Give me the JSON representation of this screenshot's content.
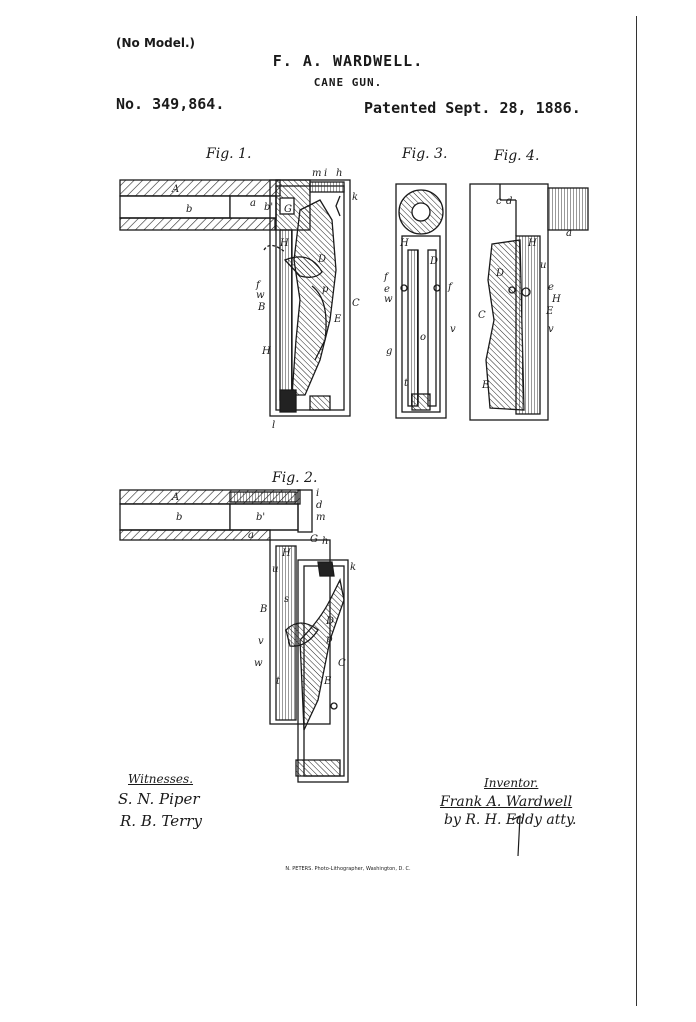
{
  "header": {
    "model_note": "(No Model.)",
    "inventor": "F. A. WARDWELL.",
    "invention": "CANE GUN.",
    "patent_number": "No. 349,864.",
    "patent_date": "Patented Sept. 28, 1886."
  },
  "figures": {
    "fig1": "Fig. 1.",
    "fig2": "Fig. 2.",
    "fig3": "Fig. 3.",
    "fig4": "Fig. 4."
  },
  "reference_letters": {
    "A": "A",
    "a": "a",
    "b": "b",
    "b_prime": "b'",
    "G": "G",
    "k": "k",
    "H": "H",
    "B": "B",
    "C": "C",
    "D": "D",
    "E": "E",
    "p": "p",
    "f": "f",
    "e": "e",
    "w": "w",
    "v": "v",
    "s": "s",
    "t": "t",
    "u": "u",
    "g": "g",
    "c": "c",
    "d": "d",
    "h": "h",
    "i": "i",
    "m": "m",
    "l": "l",
    "o": "o"
  },
  "signatures": {
    "witnesses_heading": "Witnesses.",
    "witness_1": "S. N. Piper",
    "witness_2": "R. B. Terry",
    "inventor_heading": "Inventor.",
    "inventor_name": "Frank A. Wardwell",
    "attorney_line": "by R. H. Eddy atty."
  },
  "imprint": "N. PETERS. Photo-Lithographer, Washington, D. C."
}
